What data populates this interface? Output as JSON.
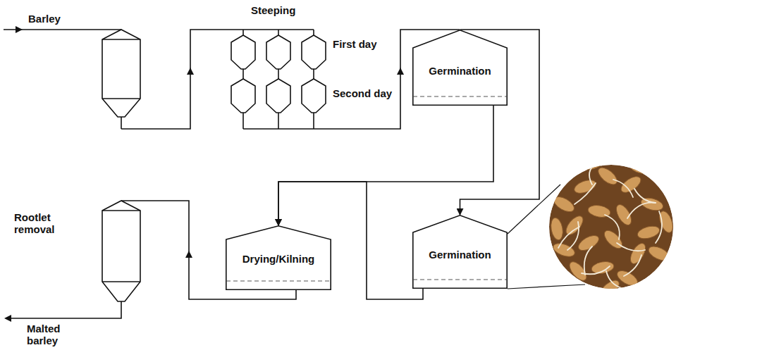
{
  "diagram": {
    "nodes": [
      {
        "text": [
          "Germination"
        ]
      },
      {
        "text": [
          "Germination"
        ]
      },
      {
        "text": [
          "Drying/Kilning"
        ]
      }
    ],
    "edges": [
      {
        "from": 0,
        "to": 1,
        "arrow": "to"
      },
      {
        "from": 0,
        "to": 2,
        "arrow": "to"
      },
      {
        "from": 1,
        "to": 2,
        "arrow": "to"
      }
    ],
    "labels": [
      "Barley",
      "Steeping",
      "First day",
      "Second day",
      "Rootlet removal",
      "Malted barley"
    ]
  }
}
